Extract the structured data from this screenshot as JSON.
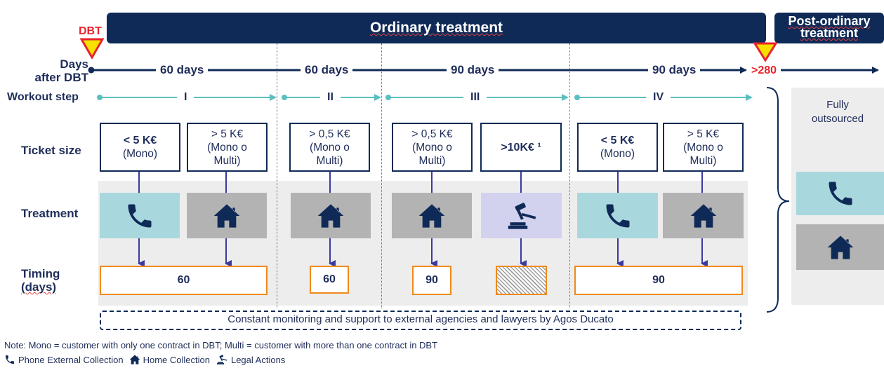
{
  "header": {
    "ordinary_title": "Ordinary treatment",
    "post_line1": "Post-ordinary",
    "post_line2": "treatment",
    "dbt": "DBT"
  },
  "rows": {
    "days_line1": "Days",
    "days_line2": "after DBT",
    "workout": "Workout step",
    "ticket": "Ticket size",
    "treatment": "Treatment",
    "timing_line1": "Timing",
    "timing_line2": "(days)"
  },
  "days": [
    "60 days",
    "60 days",
    "90 days",
    "90 days"
  ],
  "threshold": ">280",
  "steps": [
    "I",
    "II",
    "III",
    "IV"
  ],
  "tickets": [
    {
      "l1": "< 5 K€",
      "l2": "(Mono)",
      "l3": ""
    },
    {
      "l1": "> 5 K€",
      "l2": "(Mono o",
      "l3": "Multi)"
    },
    {
      "l1": "> 0,5 K€",
      "l2": "(Mono o",
      "l3": "Multi)"
    },
    {
      "l1": "> 0,5 K€",
      "l2": "(Mono o",
      "l3": "Multi)"
    },
    {
      "l1": ">10K€ ¹",
      "l2": "",
      "l3": ""
    },
    {
      "l1": "< 5 K€",
      "l2": "(Mono)",
      "l3": ""
    },
    {
      "l1": "> 5 K€",
      "l2": "(Mono o",
      "l3": "Multi)"
    }
  ],
  "timing": [
    "60",
    "60",
    "90",
    "",
    "90"
  ],
  "outsourced": {
    "line1": "Fully",
    "line2": "outsourced"
  },
  "monitoring": "Constant monitoring and support to external agencies and lawyers by Agos Ducato",
  "note": "Note: Mono = customer with only one contract in DBT; Multi = customer with more than one contract in DBT",
  "legend": {
    "phone": "Phone External Collection",
    "home": "Home Collection",
    "legal": "Legal Actions"
  },
  "icons": {
    "phone": "phone-icon",
    "home": "home-icon",
    "legal": "gavel-icon"
  },
  "colors": {
    "navy": "#0f2a57",
    "teal_line": "#5bbfbf",
    "orange": "#f08a1c",
    "red": "#e8232a",
    "yellow": "#f5e000",
    "phone_box": "#a8d8dd",
    "home_box": "#b3b3b3",
    "legal_box": "#d2d2ee"
  }
}
